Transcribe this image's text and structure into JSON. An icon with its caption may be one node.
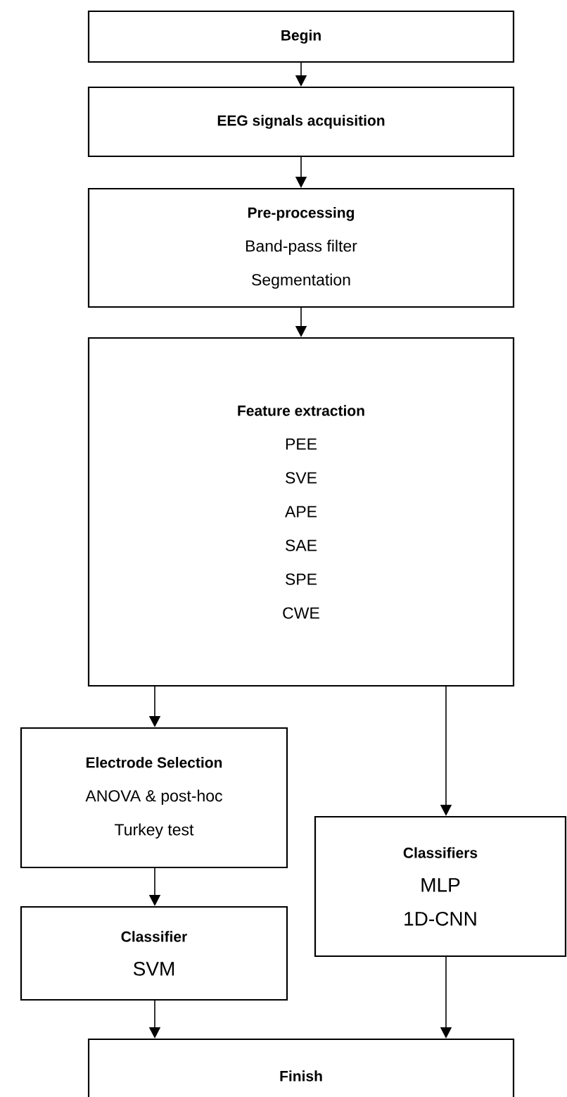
{
  "diagram": {
    "nodes": [
      {
        "text": [
          "Begin"
        ]
      },
      {
        "text": [
          "EEG signals acquisition"
        ]
      },
      {
        "text": [
          "Pre-processing",
          "Band-pass filter",
          "Segmentation"
        ]
      },
      {
        "text": [
          "Feature extraction",
          "PEE",
          "SVE",
          "APE",
          "SAE",
          "SPE",
          "CWE"
        ]
      },
      {
        "text": [
          "Electrode Selection",
          "ANOVA & post-hoc",
          "Turkey test"
        ]
      },
      {
        "text": [
          "Classifiers",
          "MLP",
          "1D-CNN"
        ]
      },
      {
        "text": [
          "Classifier",
          "SVM"
        ]
      },
      {
        "text": [
          "Finish"
        ]
      }
    ],
    "edges": [
      {
        "from": 0,
        "to": 1,
        "arrow": "to"
      },
      {
        "from": 1,
        "to": 2,
        "arrow": "to"
      },
      {
        "from": 2,
        "to": 3,
        "arrow": "to"
      },
      {
        "from": 3,
        "to": 4,
        "arrow": "to"
      },
      {
        "from": 3,
        "to": 5,
        "arrow": "to"
      },
      {
        "from": 4,
        "to": 6,
        "arrow": "to"
      },
      {
        "from": 6,
        "to": 7,
        "arrow": "to"
      },
      {
        "from": 5,
        "to": 7,
        "arrow": "to"
      }
    ]
  }
}
